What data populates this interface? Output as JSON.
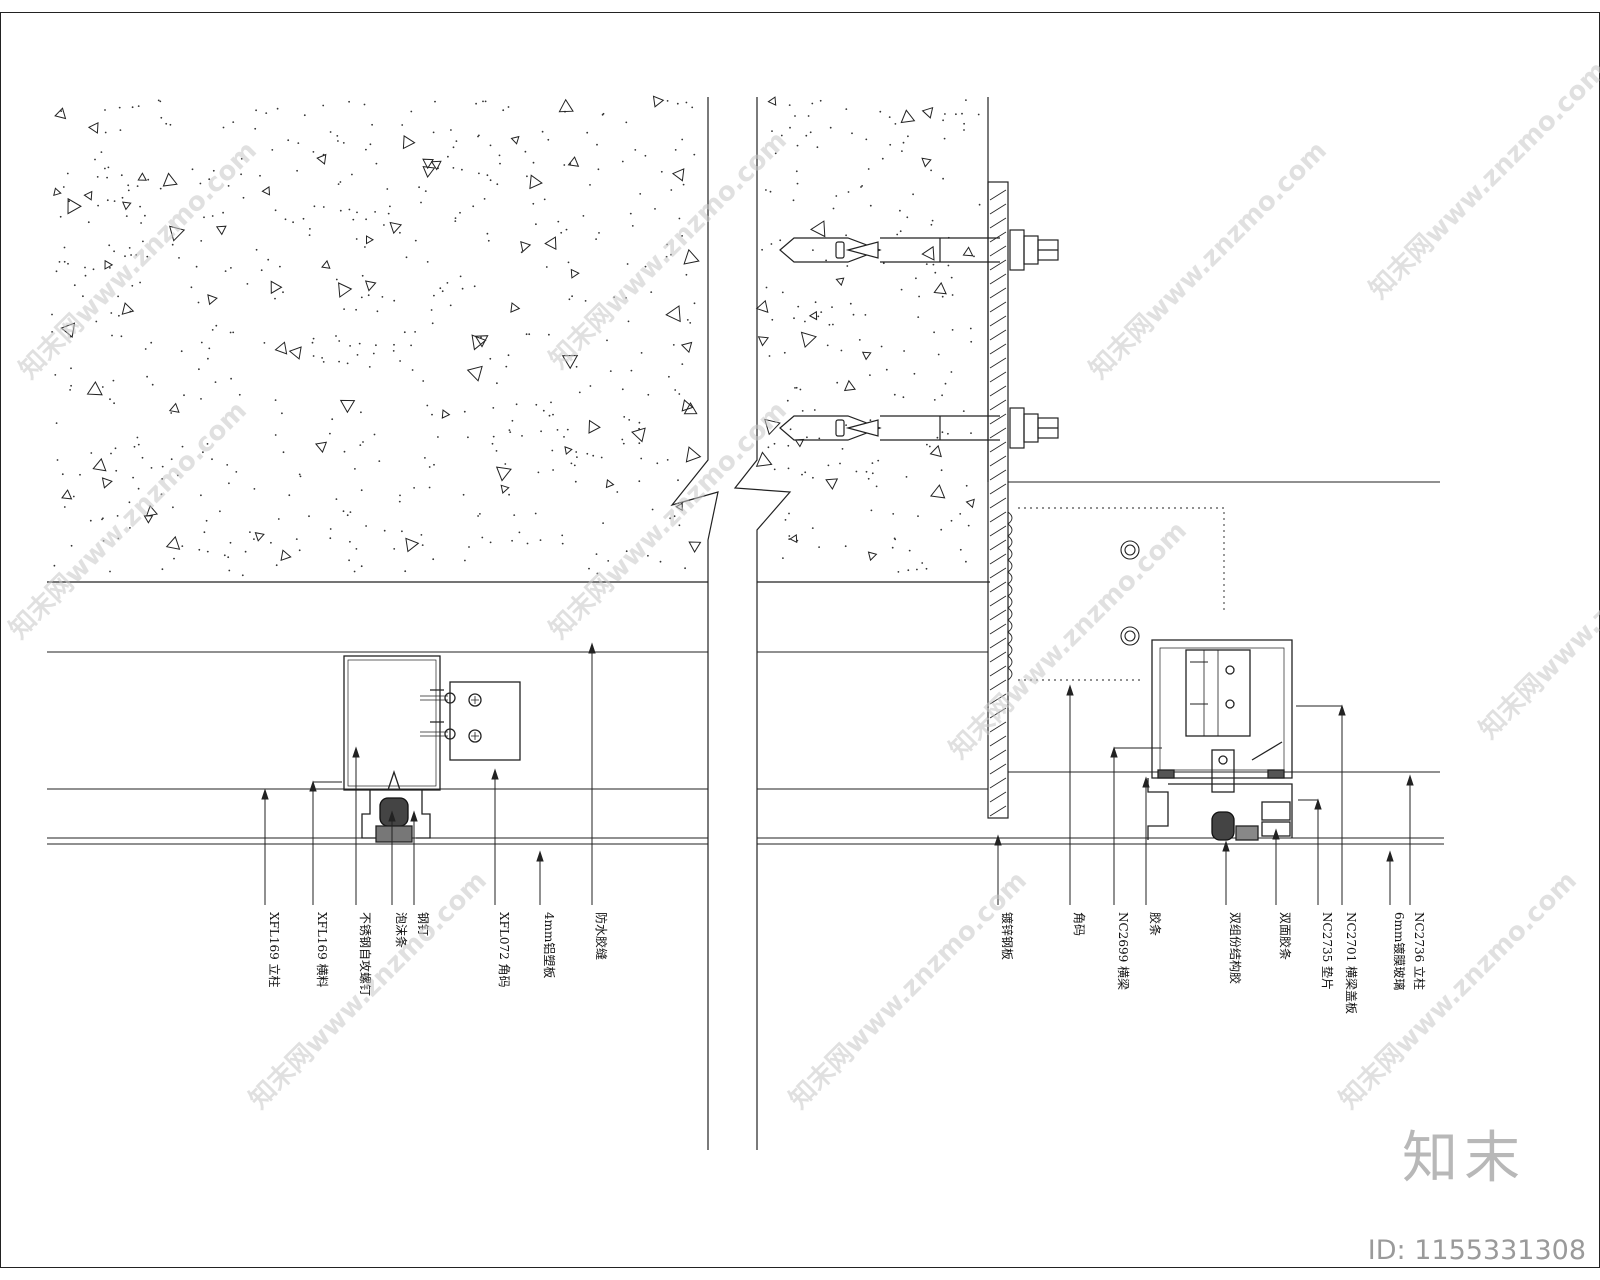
{
  "diagram": {
    "labels_left": [
      {
        "id": "std-mullion-left",
        "text": "XFL169 立柱"
      },
      {
        "id": "transom-left",
        "text": "XFL169 横料"
      },
      {
        "id": "screw-left",
        "text": "不锈钢自攻螺钉"
      },
      {
        "id": "seal-left",
        "text": "泡沫条"
      },
      {
        "id": "clip-left",
        "text": "钢钉"
      },
      {
        "id": "corner-left",
        "text": "XFL072 角码"
      },
      {
        "id": "glass-left",
        "text": "4mm铝塑板"
      },
      {
        "id": "sealant-left",
        "text": "防水胶缝"
      }
    ],
    "labels_right": [
      {
        "id": "steel-plate",
        "text": "镀锌钢板"
      },
      {
        "id": "corner-right",
        "text": "角码"
      },
      {
        "id": "beam",
        "text": "NC2699 横梁"
      },
      {
        "id": "strip",
        "text": "胶条"
      },
      {
        "id": "structural-sealant",
        "text": "双组份结构胶"
      },
      {
        "id": "double-sided",
        "text": "双面胶条"
      },
      {
        "id": "pad",
        "text": "NC2735 垫片"
      },
      {
        "id": "cover",
        "text": "NC2701 横梁盖板"
      },
      {
        "id": "glass-right",
        "text": "6mm镀膜玻璃"
      },
      {
        "id": "column-right",
        "text": "NC2736 立柱"
      }
    ],
    "watermark": "知末网www.znzmo.com",
    "brand": "知末",
    "image_id": "ID: 1155331308"
  }
}
